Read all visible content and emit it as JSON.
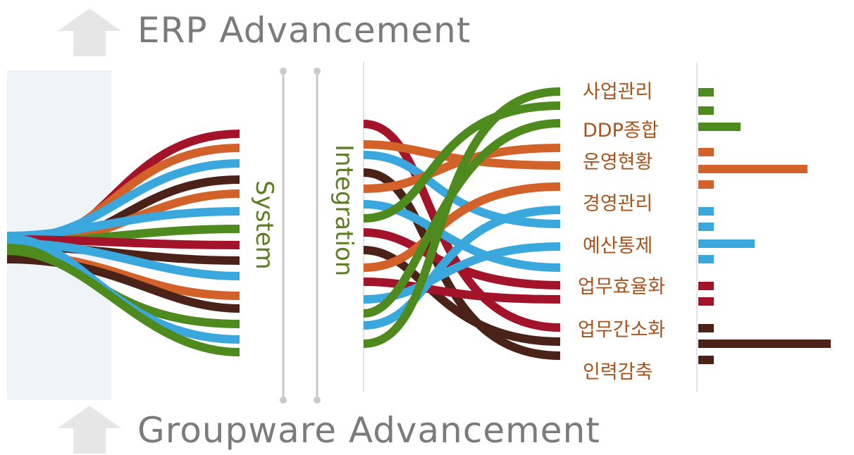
{
  "header": {
    "title": "ERP Advancement"
  },
  "footer": {
    "title": "Groupware Advancement"
  },
  "labels": {
    "system": "System",
    "integration": "Integration"
  },
  "categories": [
    {
      "label": "사업관리"
    },
    {
      "label": "DDP종합"
    },
    {
      "label": "운영현황"
    },
    {
      "label": "경영관리"
    },
    {
      "label": "예산통제"
    },
    {
      "label": "업무효율화"
    },
    {
      "label": "업무간소화"
    },
    {
      "label": "인력감축"
    }
  ],
  "colors": {
    "green": "#4f8a1e",
    "orange": "#d2612a",
    "blue": "#3aa7dd",
    "red": "#a3142a",
    "brown": "#4a2218",
    "title_gray": "#7b7b7b",
    "category_text": "#a8531c",
    "label_green": "#5c7d20",
    "panel": "#eef4f8"
  },
  "icons": {
    "top_arrow": "up-arrow-icon",
    "bottom_arrow": "up-arrow-icon"
  }
}
